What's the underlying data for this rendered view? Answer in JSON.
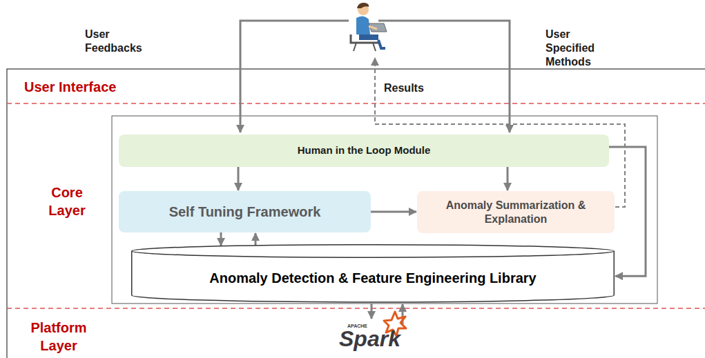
{
  "diagram": {
    "nodes": [
      {
        "text": [
          "Human in the Loop Module"
        ]
      },
      {
        "text": [
          "Self Tuning Framework"
        ]
      },
      {
        "text": [
          "Anomaly Summarization & Explanation"
        ]
      },
      {
        "text": [
          "Anomaly Detection & Feature Engineering Library"
        ]
      }
    ],
    "edges": [
      {
        "from": 0,
        "to": 1,
        "arrow": "to"
      },
      {
        "from": 0,
        "to": 2,
        "arrow": "to"
      },
      {
        "from": 0,
        "to": 3,
        "arrow": "to"
      },
      {
        "from": 1,
        "to": 3,
        "arrow": "to"
      },
      {
        "from": 3,
        "to": 1,
        "arrow": "to"
      },
      {
        "from": 1,
        "to": 2,
        "arrow": "to"
      }
    ],
    "labels": [
      "User Feedbacks",
      "User Specified Methods",
      "Results",
      "User Interface",
      "Core Layer",
      "Platform Layer",
      "APACHE",
      "Spark"
    ]
  }
}
